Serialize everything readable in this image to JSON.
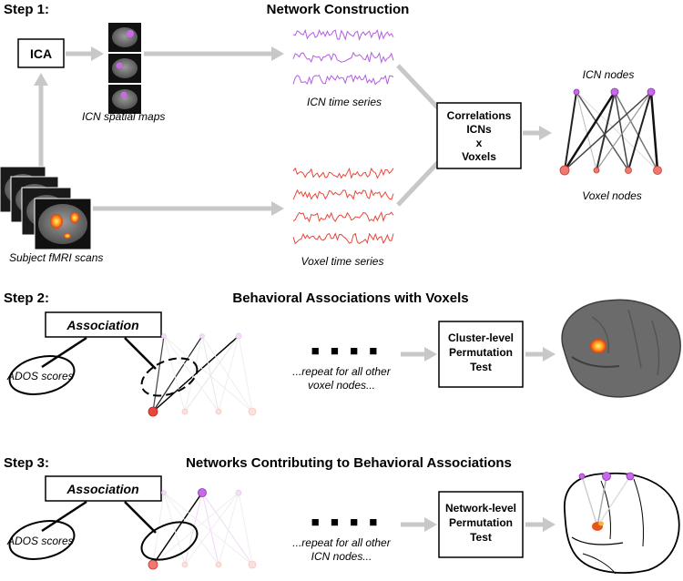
{
  "step1": {
    "label": "Step 1:",
    "heading": "Network Construction",
    "ica": "ICA",
    "icn_spatial_maps": "ICN spatial maps",
    "subject_fmri": "Subject fMRI scans",
    "icn_time_series": "ICN time series",
    "voxel_time_series": "Voxel time series",
    "correlations_box": [
      "Correlations",
      "ICNs",
      "x",
      "Voxels"
    ],
    "icn_nodes": "ICN nodes",
    "voxel_nodes": "Voxel nodes",
    "colors": {
      "icn": "#b35ee0",
      "voxel": "#e8463a",
      "arrow": "#c8c8c8"
    }
  },
  "step2": {
    "label": "Step 2:",
    "heading": "Behavioral Associations with Voxels",
    "association": "Association",
    "ados": "ADOS scores",
    "dots": "■ ■ ■ ■",
    "repeat": [
      "...repeat for all other",
      "voxel nodes..."
    ],
    "perm_box": [
      "Cluster-level",
      "Permutation",
      "Test"
    ]
  },
  "step3": {
    "label": "Step 3:",
    "heading": "Networks Contributing to Behavioral Associations",
    "association": "Association",
    "ados": "ADOS scores",
    "dots": "■ ■ ■ ■",
    "repeat": [
      "...repeat for all other",
      "ICN nodes..."
    ],
    "perm_box": [
      "Network-level",
      "Permutation",
      "Test"
    ]
  }
}
